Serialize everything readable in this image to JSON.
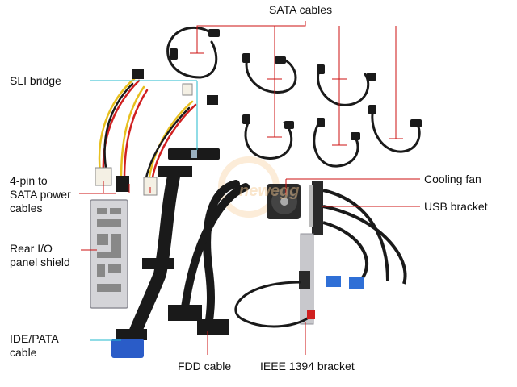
{
  "labels": {
    "sata_cables": "SATA cables",
    "sli_bridge": "SLI bridge",
    "power_line1": "4-pin to",
    "power_line2": "SATA power",
    "power_line3": "cables",
    "rear_io_line1": "Rear I/O",
    "rear_io_line2": "panel shield",
    "ide_line1": "IDE/PATA",
    "ide_line2": "cable",
    "fdd_cable": "FDD cable",
    "ieee_bracket": "IEEE 1394 bracket",
    "cooling_fan": "Cooling fan",
    "usb_bracket": "USB bracket"
  },
  "watermark_text": "newegg",
  "colors": {
    "leader_red": "#cc1111",
    "leader_cyan": "#22b8cc",
    "cable_black": "#1a1a1a",
    "wire_yellow": "#e8c020",
    "wire_red": "#d02020",
    "ide_blue": "#2a5cc8",
    "usb_blue": "#2f6fd6",
    "shield_gray": "#c8c8cc",
    "watermark_orange": "#f5c890"
  }
}
